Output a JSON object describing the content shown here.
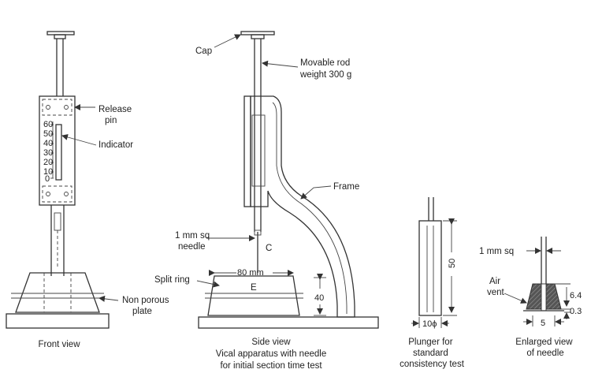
{
  "front": {
    "scale": [
      "60",
      "50",
      "40",
      "30",
      "20",
      "10",
      "0"
    ],
    "labels": {
      "release_pin": [
        "Release",
        "pin"
      ],
      "indicator": "Indicator",
      "non_porous_plate": [
        "Non porous",
        "plate"
      ]
    },
    "caption": "Front view"
  },
  "side": {
    "labels": {
      "cap": "Cap",
      "movable_rod": [
        "Movable rod",
        "weight 300 g"
      ],
      "frame": "Frame",
      "needle": [
        "1 mm sq",
        "needle"
      ],
      "c_mark": "C",
      "split_ring": "Split ring",
      "e_mark": "E"
    },
    "dims": {
      "width": "80 mm",
      "height": "40"
    },
    "captions": [
      "Side view",
      "Vical apparatus with needle",
      "for initial section time test"
    ]
  },
  "plunger": {
    "dims": {
      "height": "50",
      "diameter": "10ϕ"
    },
    "caption": [
      "Plunger for",
      "standard",
      "consistency test"
    ]
  },
  "needle_detail": {
    "labels": {
      "top": "1 mm sq",
      "air_vent": [
        "Air",
        "vent"
      ]
    },
    "dims": {
      "h1": "6.4",
      "h2": "0.3",
      "w": "5"
    },
    "caption": [
      "Enlarged view",
      "of needle"
    ]
  }
}
